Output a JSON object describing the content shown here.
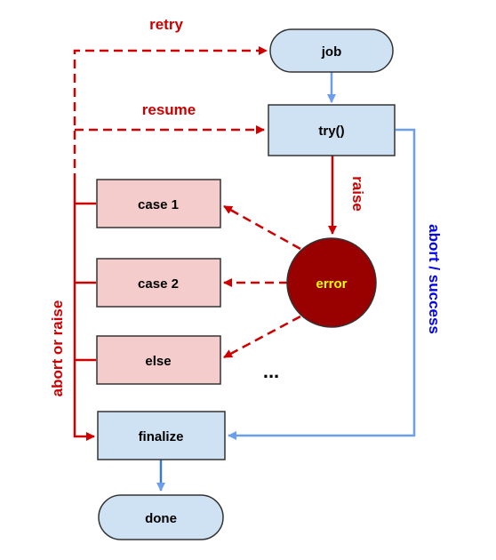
{
  "nodes": {
    "job": "job",
    "try": "try()",
    "case1": "case 1",
    "case2": "case 2",
    "else": "else",
    "error": "error",
    "finalize": "finalize",
    "done": "done"
  },
  "edge_labels": {
    "retry": "retry",
    "resume": "resume",
    "raise": "raise",
    "abort_or_raise": "abort or raise",
    "abort_success": "abort / success"
  },
  "ellipsis": "...",
  "colors": {
    "blue_fill": "#cfe2f3",
    "red_fill": "#f4cccc",
    "error_fill": "#990000",
    "error_text": "#ffff00",
    "red_line": "#cc0000",
    "blue_line": "#6d9eeb",
    "blue_text": "#0000ee",
    "stroke": "#333333"
  }
}
